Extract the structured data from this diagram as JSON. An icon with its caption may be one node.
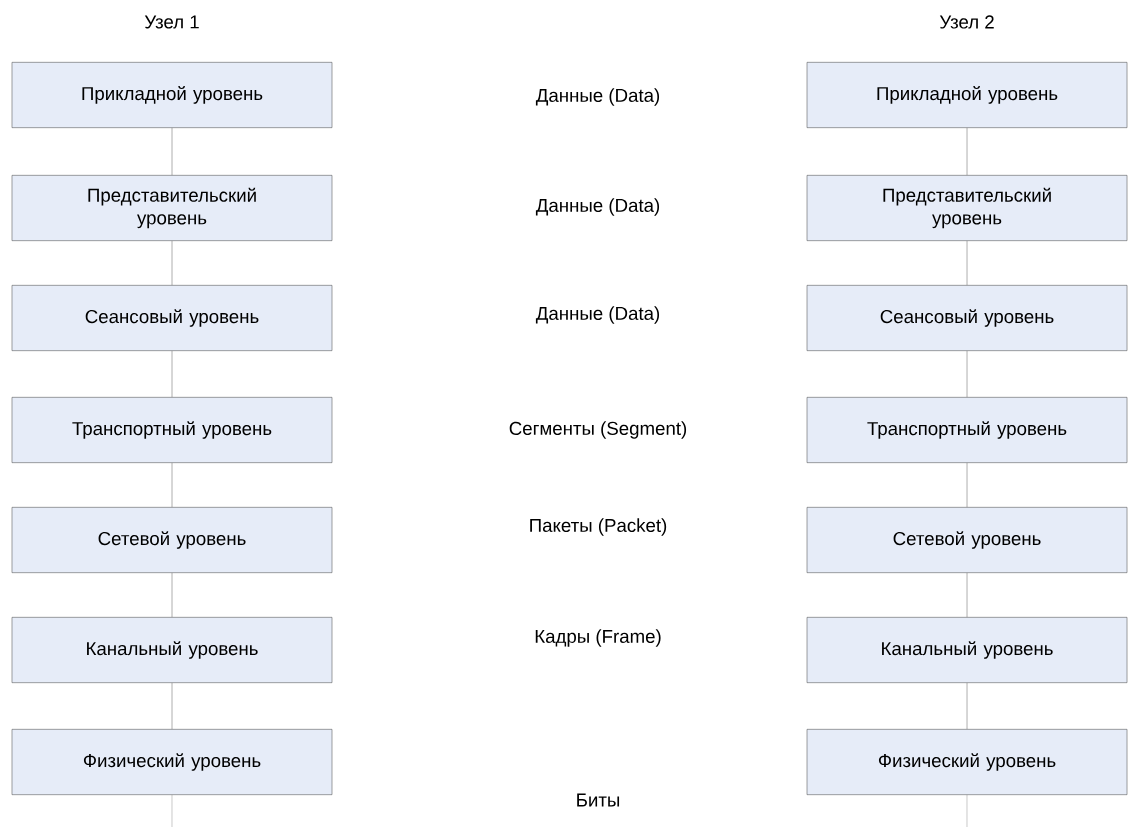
{
  "diagram": {
    "nodes": [
      {
        "text": [
          "Прикладной уровень"
        ]
      },
      {
        "text": [
          "Представительский уровень"
        ]
      },
      {
        "text": [
          "Сеансовый уровень"
        ]
      },
      {
        "text": [
          "Транспортный уровень"
        ]
      },
      {
        "text": [
          "Сетевой уровень"
        ]
      },
      {
        "text": [
          "Канальный уровень"
        ]
      },
      {
        "text": [
          "Физический уровень"
        ]
      },
      {
        "text": [
          "Прикладной уровень"
        ]
      },
      {
        "text": [
          "Представительский уровень"
        ]
      },
      {
        "text": [
          "Сеансовый уровень"
        ]
      },
      {
        "text": [
          "Транспортный уровень"
        ]
      },
      {
        "text": [
          "Сетевой уровень"
        ]
      },
      {
        "text": [
          "Канальный уровень"
        ]
      },
      {
        "text": [
          "Физический уровень"
        ]
      }
    ],
    "edges": [
      {
        "from": 0,
        "to": 1,
        "arrow": "none"
      },
      {
        "from": 1,
        "to": 2,
        "arrow": "none"
      },
      {
        "from": 2,
        "to": 3,
        "arrow": "none"
      },
      {
        "from": 3,
        "to": 4,
        "arrow": "none"
      },
      {
        "from": 4,
        "to": 5,
        "arrow": "none"
      },
      {
        "from": 5,
        "to": 6,
        "arrow": "none"
      },
      {
        "from": 6,
        "to": null,
        "arrow": "none"
      },
      {
        "from": 7,
        "to": 8,
        "arrow": "none"
      },
      {
        "from": 8,
        "to": 9,
        "arrow": "none"
      },
      {
        "from": 9,
        "to": 10,
        "arrow": "none"
      },
      {
        "from": 10,
        "to": 11,
        "arrow": "none"
      },
      {
        "from": 11,
        "to": 12,
        "arrow": "none"
      },
      {
        "from": 12,
        "to": 13,
        "arrow": "none"
      },
      {
        "from": 13,
        "to": null,
        "arrow": "none"
      }
    ],
    "labels": [
      "Узел 1",
      "Узел 2",
      "Данные (Data)",
      "Данные (Data)",
      "Данные (Data)",
      "Сегменты (Segment)",
      "Пакеты (Packet)",
      "Кадры (Frame)",
      "Биты"
    ]
  }
}
